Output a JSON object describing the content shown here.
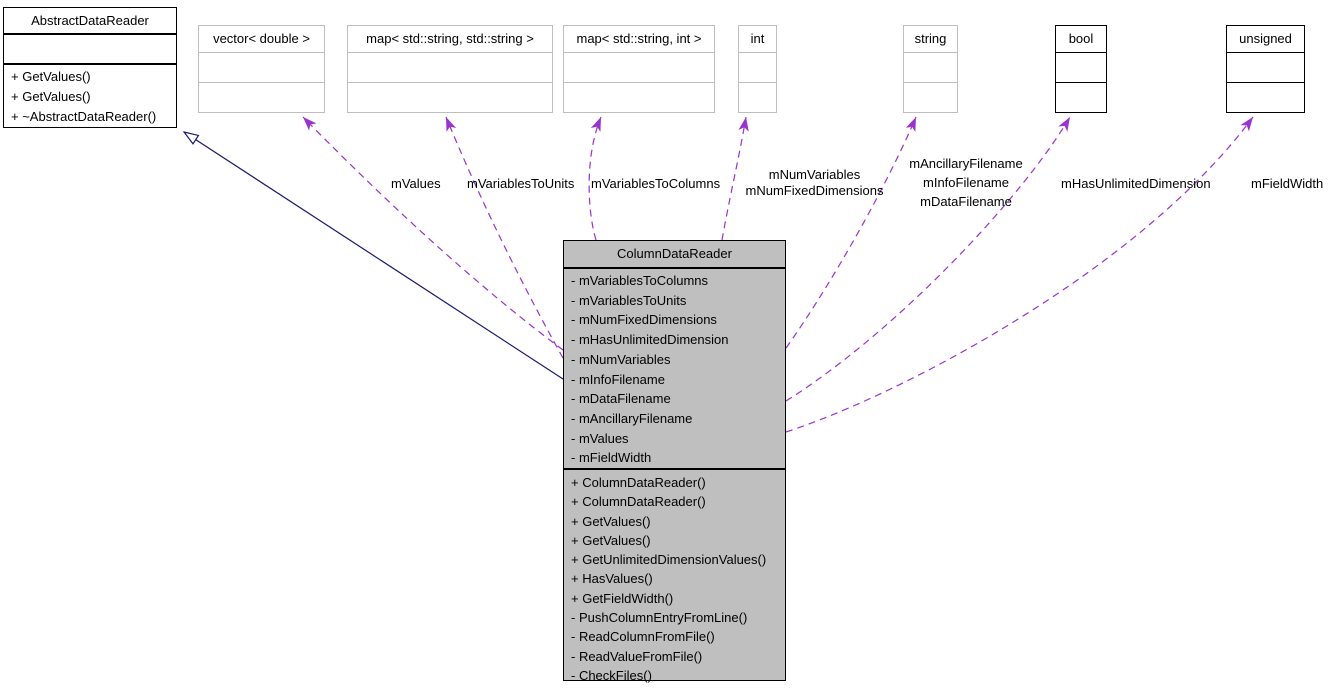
{
  "diagram_title": "ColumnDataReader collaboration diagram",
  "colors": {
    "usage_edge": "#9a32cd",
    "inheritance_edge": "#191970",
    "current_node_fill": "#bfbfbf",
    "undocumented_border": "#bebebe",
    "documented_border": "#000000"
  },
  "classes": {
    "abstract_data_reader": {
      "title": "AbstractDataReader",
      "methods": [
        "+ GetValues()",
        "+ GetValues()",
        "+ ~AbstractDataReader()"
      ]
    },
    "vector_double": {
      "title": "vector< double >"
    },
    "map_string_string": {
      "title": "map< std::string, std::string >"
    },
    "map_string_int": {
      "title": "map< std::string, int >"
    },
    "int_type": {
      "title": "int"
    },
    "string_type": {
      "title": "string"
    },
    "bool_type": {
      "title": "bool"
    },
    "unsigned_type": {
      "title": "unsigned"
    },
    "column_data_reader": {
      "title": "ColumnDataReader",
      "attributes": [
        "- mVariablesToColumns",
        "- mVariablesToUnits",
        "- mNumFixedDimensions",
        "- mHasUnlimitedDimension",
        "- mNumVariables",
        "- mInfoFilename",
        "- mDataFilename",
        "- mAncillaryFilename",
        "- mValues",
        "- mFieldWidth"
      ],
      "methods": [
        "+ ColumnDataReader()",
        "+ ColumnDataReader()",
        "+ GetValues()",
        "+ GetValues()",
        "+ GetUnlimitedDimensionValues()",
        "+ HasValues()",
        "+ GetFieldWidth()",
        "- PushColumnEntryFromLine()",
        "- ReadColumnFromFile()",
        "- ReadValueFromFile()",
        "- CheckFiles()"
      ]
    }
  },
  "edge_labels": {
    "values": "mValues",
    "variables_to_units": "mVariablesToUnits",
    "variables_to_columns": "mVariablesToColumns",
    "num_variables": "mNumVariables",
    "num_fixed_dimensions": "mNumFixedDimensions",
    "ancillary_filename": "mAncillaryFilename",
    "info_filename": "mInfoFilename",
    "data_filename": "mDataFilename",
    "has_unlimited_dimension": "mHasUnlimitedDimension",
    "field_width": "mFieldWidth"
  }
}
